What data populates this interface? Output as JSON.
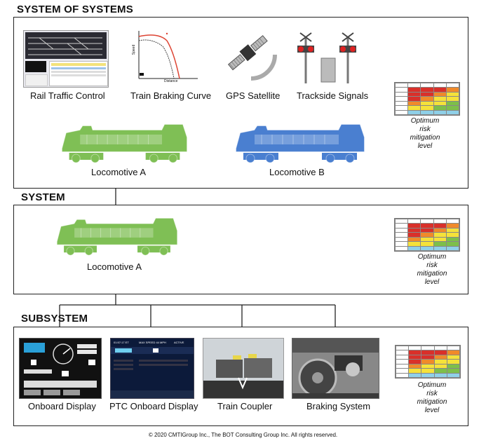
{
  "sections": {
    "sos": {
      "title": "SYSTEM OF SYSTEMS",
      "items": {
        "rail_traffic": "Rail Traffic Control",
        "braking_curve": "Train Braking Curve",
        "gps": "GPS Satellite",
        "signals": "Trackside Signals",
        "loco_a": "Locomotive A",
        "loco_b": "Locomotive B"
      },
      "optimum": "Optimum risk mitigation level"
    },
    "system": {
      "title": "SYSTEM",
      "items": {
        "loco_a": "Locomotive A"
      },
      "optimum": "Optimum risk mitigation level"
    },
    "subsystem": {
      "title": "SUBSYSTEM",
      "items": {
        "onboard_display": "Onboard Display",
        "ptc_display": "PTC Onboard Display",
        "coupler": "Train Coupler",
        "braking": "Braking System"
      },
      "optimum": "Optimum risk mitigation level"
    }
  },
  "braking_chart": {
    "ylabel": "Speed",
    "xlabel": "Distance"
  },
  "ptc_screen": {
    "time": "01:57:17 ET",
    "speed": "MAX SPEED 44 MPH",
    "status": "ACTIVE"
  },
  "copyright": "© 2020  CMTIGroup Inc., The BOT Consulting Group Inc.  All rights reserved.",
  "colors": {
    "loco_a": "#7fbf55",
    "loco_b": "#4a7fd0",
    "risk_red": "#d9302a",
    "risk_orange": "#f08a2a",
    "risk_yellow": "#f5e23a",
    "risk_green": "#7dbf4a",
    "risk_blue": "#8fd0e8"
  }
}
